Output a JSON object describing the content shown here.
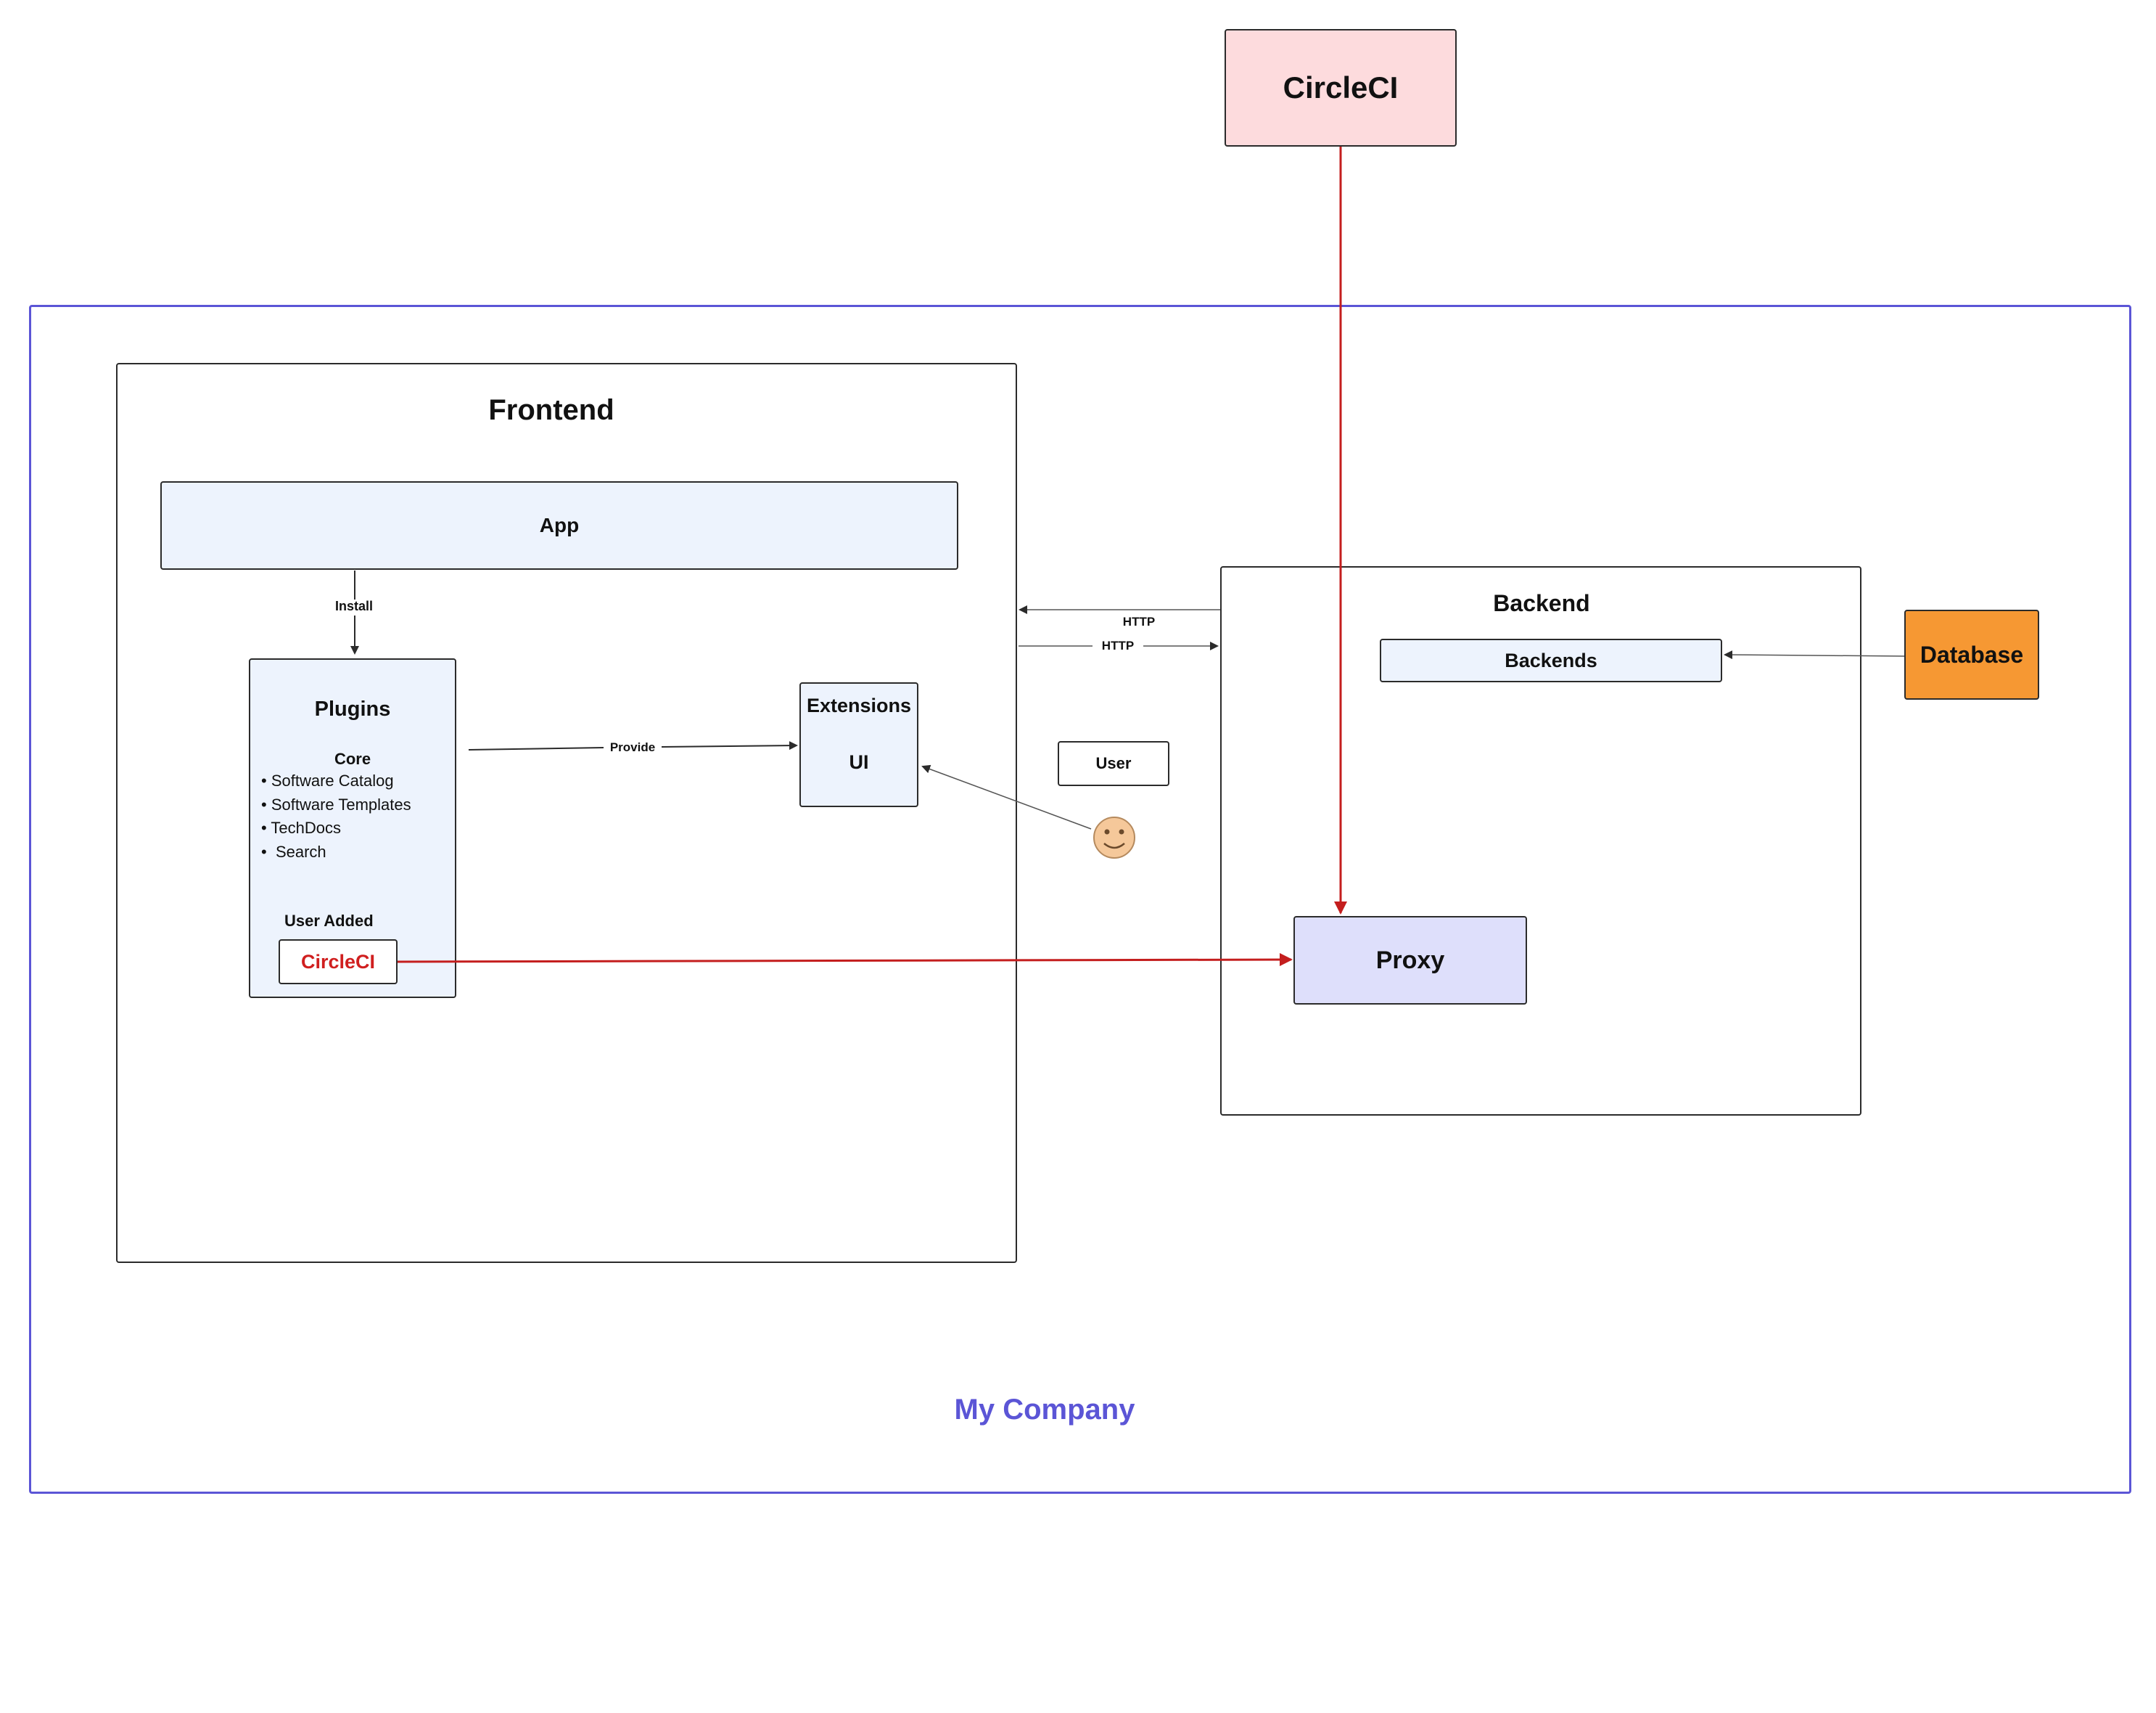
{
  "company": {
    "label": "My Company",
    "color": "#5b55d6"
  },
  "circleci_external": {
    "label": "CircleCI",
    "fill": "#fddbdd"
  },
  "frontend": {
    "title": "Frontend",
    "app": {
      "label": "App"
    },
    "install_label": "Install",
    "plugins": {
      "title": "Plugins",
      "core_heading": "Core",
      "core_items": [
        "Software Catalog",
        "Software Templates",
        "TechDocs",
        "Search"
      ],
      "user_added_heading": "User Added",
      "circleci_plugin": "CircleCI"
    },
    "provide_label": "Provide",
    "extensions": {
      "title": "Extensions",
      "ui": "UI"
    }
  },
  "user": {
    "label": "User"
  },
  "http_labels": [
    "HTTP",
    "HTTP"
  ],
  "backend": {
    "title": "Backend",
    "backends": "Backends",
    "proxy": "Proxy"
  },
  "database": {
    "label": "Database",
    "fill": "#f69833"
  },
  "colors": {
    "panel_fill": "#edf3fd",
    "proxy_fill": "#dedffb",
    "red_wire": "#c41e1e",
    "accent_text_red": "#d01f1f"
  }
}
